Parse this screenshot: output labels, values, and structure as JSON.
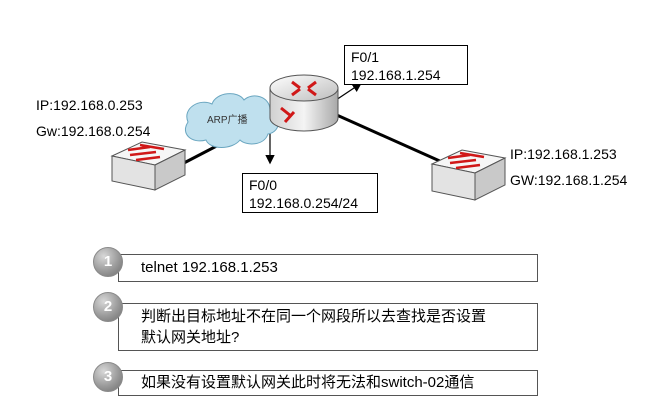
{
  "left_switch": {
    "ip": "IP:192.168.0.253",
    "gw": "Gw:192.168.0.254"
  },
  "right_switch": {
    "ip": "IP:192.168.1.253",
    "gw": "GW:192.168.1.254"
  },
  "router_f01": {
    "iface": "F0/1",
    "ip": "192.168.1.254"
  },
  "router_f00": {
    "iface": "F0/0",
    "ip": "192.168.0.254/24"
  },
  "arp_cloud": {
    "label": "ARP广播"
  },
  "steps": [
    {
      "number": "1",
      "text": "telnet 192.168.1.253"
    },
    {
      "number": "2",
      "line1": "判断出目标地址不在同一个网段所以去查找是否设置",
      "line2": "默认网关地址?"
    },
    {
      "number": "3",
      "text": "如果没有设置默认网关此时将无法和switch-02通信"
    }
  ],
  "colors": {
    "device_gray": "#e9e9e9",
    "arrow_red": "#d01818",
    "cloud_blue": "#bfe0ee"
  }
}
